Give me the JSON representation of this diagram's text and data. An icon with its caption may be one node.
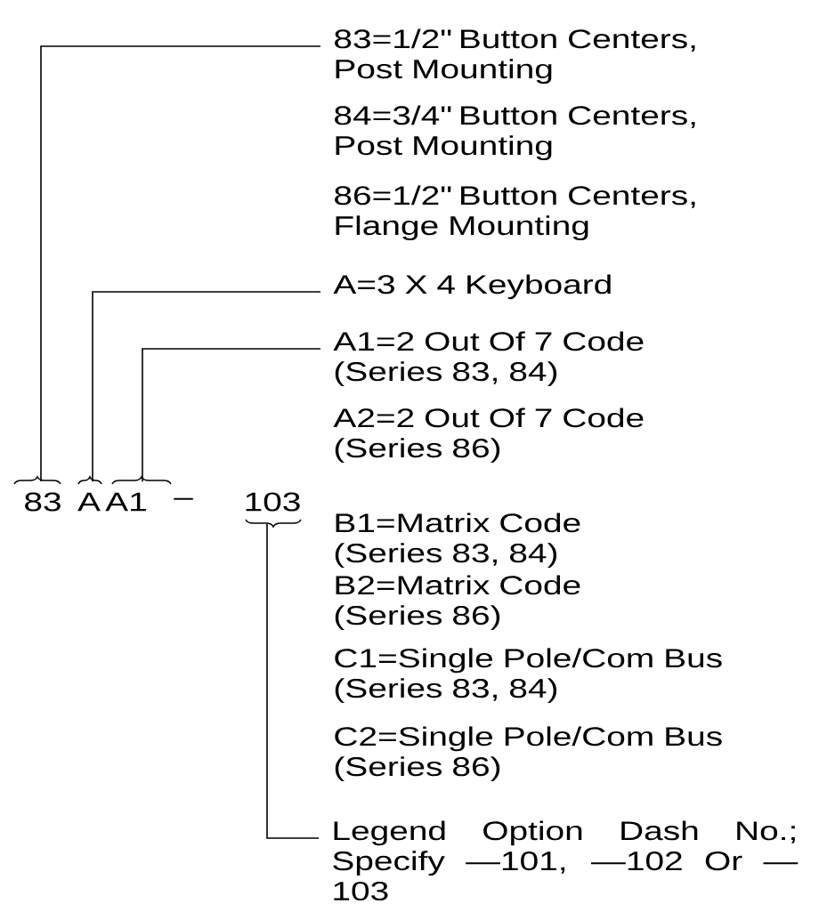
{
  "diagram": {
    "nodes": [
      {
        "text": [
          "83=1/2\" Button Centers, Post Mounting"
        ]
      },
      {
        "text": [
          "A=3 X 4 Keyboard"
        ]
      },
      {
        "text": [
          "A1=2 Out Of 7 Code (Series 83, 84)"
        ]
      },
      {
        "text": [
          "83"
        ]
      },
      {
        "text": [
          "A"
        ]
      },
      {
        "text": [
          "A1"
        ]
      },
      {
        "text": [
          "103"
        ]
      },
      {
        "text": [
          "Legend Option Dash No.; Specify —101, —102 Or —103"
        ]
      }
    ],
    "edges": [
      {
        "from": 3,
        "to": 0,
        "arrow": "none"
      },
      {
        "from": 4,
        "to": 1,
        "arrow": "none"
      },
      {
        "from": 5,
        "to": 2,
        "arrow": "none"
      },
      {
        "from": 6,
        "to": 7,
        "arrow": "none"
      }
    ],
    "labels": [
      "84=3/4\" Button Centers, Post Mounting",
      "86=1/2\" Button Centers, Flange Mounting",
      "A2=2 Out Of 7 Code (Series 86)",
      "B1=Matrix Code (Series 83, 84)",
      "B2=Matrix Code (Series 86)",
      "C1=Single Pole/Com Bus (Series 83, 84)",
      "C2=Single Pole/Com Bus (Series 86)",
      "–"
    ]
  }
}
